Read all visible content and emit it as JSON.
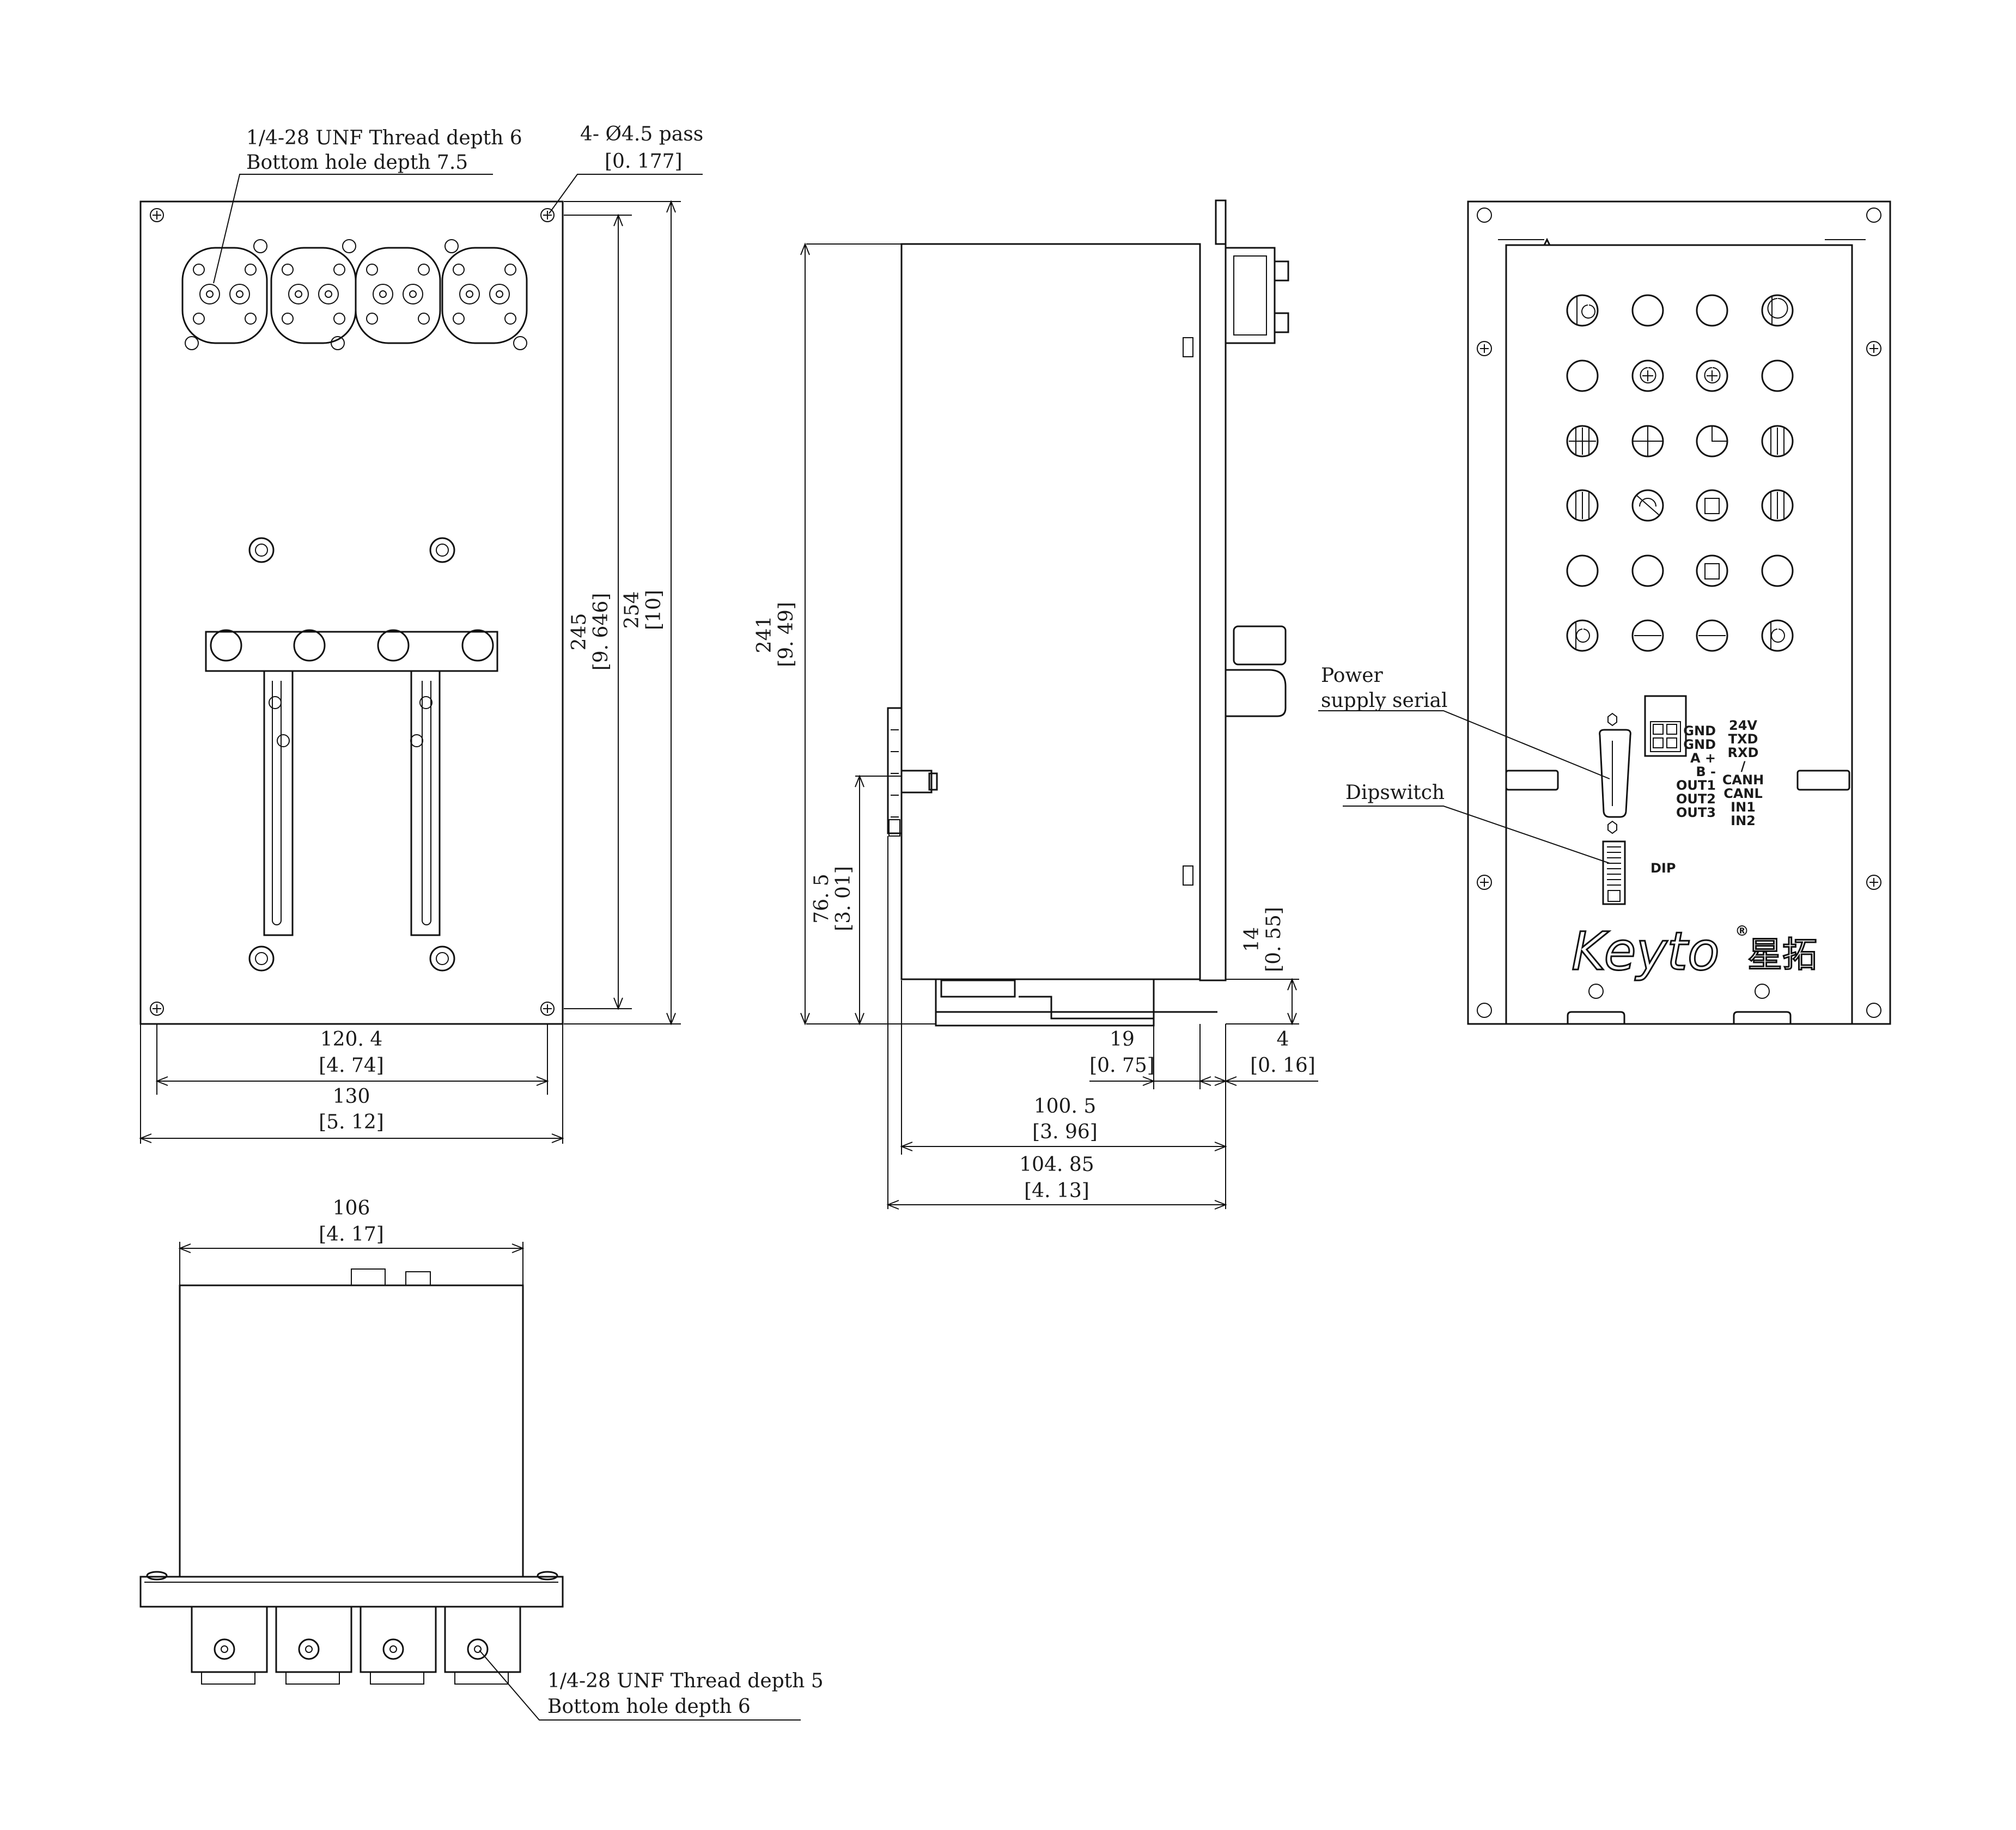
{
  "annotations": {
    "top_thread": [
      "1/4-28 UNF Thread depth 6",
      "Bottom hole depth 7.5"
    ],
    "pass_hole": [
      "4-  Ø4.5 pass",
      "[0. 177]"
    ],
    "bottom_thread": [
      "1/4-28 UNF Thread depth 5",
      "Bottom hole depth 6"
    ],
    "power_label": [
      "Power",
      "supply serial"
    ],
    "dip_label": "Dipswitch"
  },
  "dimensions": {
    "front_height_inner": [
      "245",
      "[9. 646]"
    ],
    "front_height_outer": [
      "254",
      "[10]"
    ],
    "front_width_inner": [
      "120. 4",
      "[4. 74]"
    ],
    "front_width_outer": [
      "130",
      "[5. 12]"
    ],
    "side_height": [
      "241",
      "[9. 49]"
    ],
    "side_connector_height": [
      "76. 5",
      "[3. 01]"
    ],
    "side_foot_height": [
      "14",
      "[0. 55]"
    ],
    "side_foot_width": [
      "19",
      "[0. 75]"
    ],
    "side_plate_thickness": [
      "4",
      "[0. 16]"
    ],
    "side_depth_inner": [
      "100. 5",
      "[3. 96]"
    ],
    "side_depth_outer": [
      "104. 85",
      "[4. 13]"
    ],
    "bottom_width": [
      "106",
      "[4. 17]"
    ]
  },
  "back_panel": {
    "pins_left": [
      "GND",
      "GND",
      "A +",
      "B -",
      "OUT1",
      "OUT2",
      "OUT3"
    ],
    "pins_right": [
      "24V",
      "TXD",
      "RXD",
      "/",
      "CANH",
      "CANL",
      "IN1",
      "IN2"
    ],
    "dip_text": "DIP",
    "logo_text": "Keyto",
    "logo_cn": "星拓",
    "logo_mark": "®"
  }
}
